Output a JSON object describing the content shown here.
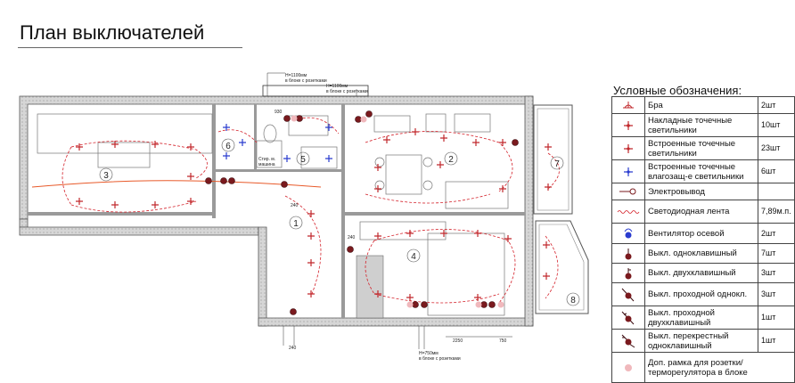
{
  "title": "План выключателей",
  "legend": {
    "title": "Условные обозначения:",
    "rows": [
      {
        "icon": "sconce-icon",
        "label": "Бра",
        "qty": "2шт"
      },
      {
        "icon": "surface-spotlight-icon",
        "label": "Накладные точечные светильники",
        "qty": "10шт"
      },
      {
        "icon": "recessed-spotlight-icon",
        "label": "Встроенные точечные светильники",
        "qty": "23шт"
      },
      {
        "icon": "waterproof-spotlight-icon",
        "label": "Встроенные точечные влагозащ-е светильники",
        "qty": "6шт"
      },
      {
        "icon": "electrical-outlet-icon",
        "label": "Электровывод",
        "qty": ""
      },
      {
        "icon": "led-strip-icon",
        "label": "Светодиодная лента",
        "qty": "7,89м.п."
      },
      {
        "icon": "axial-fan-icon",
        "label": "Вентилятор осевой",
        "qty": "2шт"
      },
      {
        "icon": "single-switch-icon",
        "label": "Выкл. одноклавишный",
        "qty": "7шт"
      },
      {
        "icon": "double-switch-icon",
        "label": "Выкл. двухклавишный",
        "qty": "3шт"
      },
      {
        "icon": "pass-switch-icon",
        "label": "Выкл. проходной однокл.",
        "qty": "3шт"
      },
      {
        "icon": "pass-double-switch-icon",
        "label": "Выкл. проходной двухклавишный",
        "qty": "1шт"
      },
      {
        "icon": "cross-switch-icon",
        "label": "Выкл. перекрестный одноклавишный",
        "qty": "1шт"
      },
      {
        "icon": "socket-frame-icon",
        "label": "Доп. рамка для розетки/терморегулятора в блоке",
        "qty": ""
      }
    ]
  },
  "plan": {
    "rooms": [
      "1",
      "2",
      "3",
      "4",
      "5",
      "6",
      "7",
      "8"
    ],
    "notes": {
      "top_1": "H=1100мм",
      "top_1b": "в блоке с розетками",
      "top_2": "H=1100мм",
      "top_2b": "в блоке с розетками",
      "bottom_1": "H=750мм",
      "bottom_1b": "в блоке с розетками",
      "wm": "Стир. м.",
      "wm2": "машина"
    },
    "dims": [
      "240",
      "930",
      "240",
      "2250",
      "750",
      "240"
    ]
  },
  "colors": {
    "wall": "#8a8a8a",
    "wire": "#d4212a",
    "fixture": "#c0282c",
    "waterproof": "#2a3ccf",
    "switch": "#7a1a1e",
    "socket_frame": "#f0b8bc",
    "led": "#e85a2a"
  }
}
